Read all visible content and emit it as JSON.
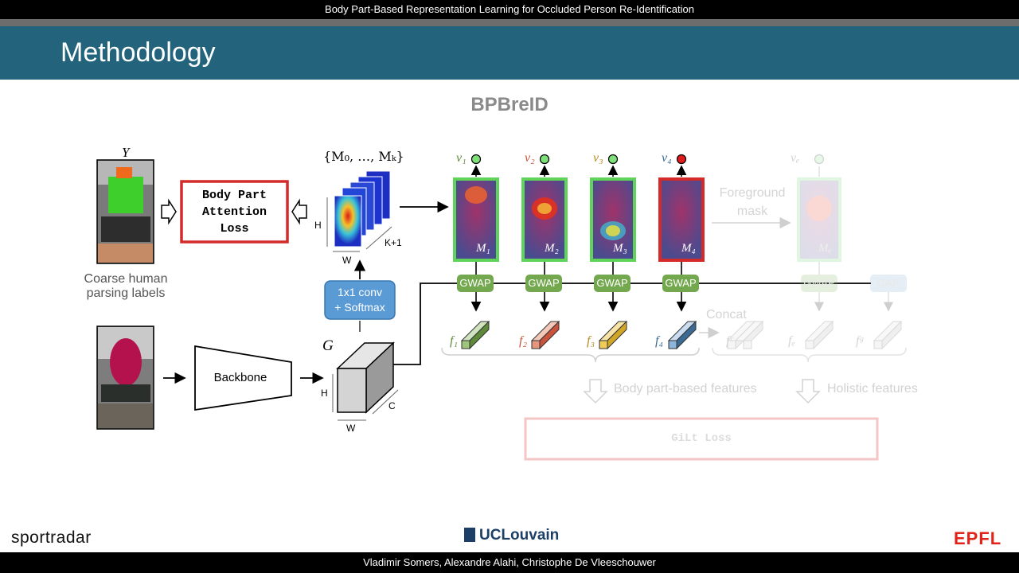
{
  "header_bar": {
    "talk_title": "Body Part-Based Representation Learning for Occluded Person Re-Identification"
  },
  "slide": {
    "title": "Methodology"
  },
  "diagram": {
    "title": "BPBreID",
    "y_label": "Y",
    "coarse_labels_caption_line1": "Coarse human",
    "coarse_labels_caption_line2": "parsing labels",
    "bpa_loss_line1": "Body Part",
    "bpa_loss_line2": "Attention",
    "bpa_loss_line3": "Loss",
    "masks_label": "{M₀, …, Mₖ}",
    "maps_h": "H",
    "maps_w": "W",
    "maps_k": "K+1",
    "conv_line1": "1x1 conv",
    "conv_line2": "+ Softmax",
    "g_label": "G",
    "cube_h": "H",
    "cube_w": "W",
    "cube_c": "C",
    "backbone": "Backbone",
    "gwap": "GWAP",
    "gap": "GAP",
    "parts": [
      {
        "v": "v₁",
        "m": "M₁",
        "f": "f₁",
        "color": "#5e8a3a"
      },
      {
        "v": "v₂",
        "m": "M₂",
        "f": "f₂",
        "color": "#c9533d"
      },
      {
        "v": "v₃",
        "m": "M₃",
        "f": "f₃",
        "color": "#b38a1b"
      },
      {
        "v": "v₄",
        "m": "M₄",
        "f": "f₄",
        "color": "#3b6a93"
      }
    ],
    "vf": "vₑ",
    "mf": "Mₑ",
    "foreground_mask_line1": "Foreground",
    "foreground_mask_line2": "mask",
    "concat": "Concat",
    "fc": "fᶜ",
    "ff": "fₑ",
    "fg": "fᵍ",
    "body_part_features": "Body part-based features",
    "holistic_features": "Holistic features",
    "gilt_loss": "GiLt Loss"
  },
  "footer": {
    "authors": "Vladimir Somers, Alexandre Alahi, Christophe De Vleeschouwer",
    "logo_left": "sportradar",
    "logo_center": "UCLouvain",
    "logo_right": "EPFL"
  },
  "colors": {
    "header_bg": "#23637c",
    "loss_border": "#d42a2a",
    "visible_border": "#5fd35a",
    "occluded_border": "#d42a2a",
    "gwap_green": "#74a84f",
    "conv_blue": "#5b9bd5"
  }
}
